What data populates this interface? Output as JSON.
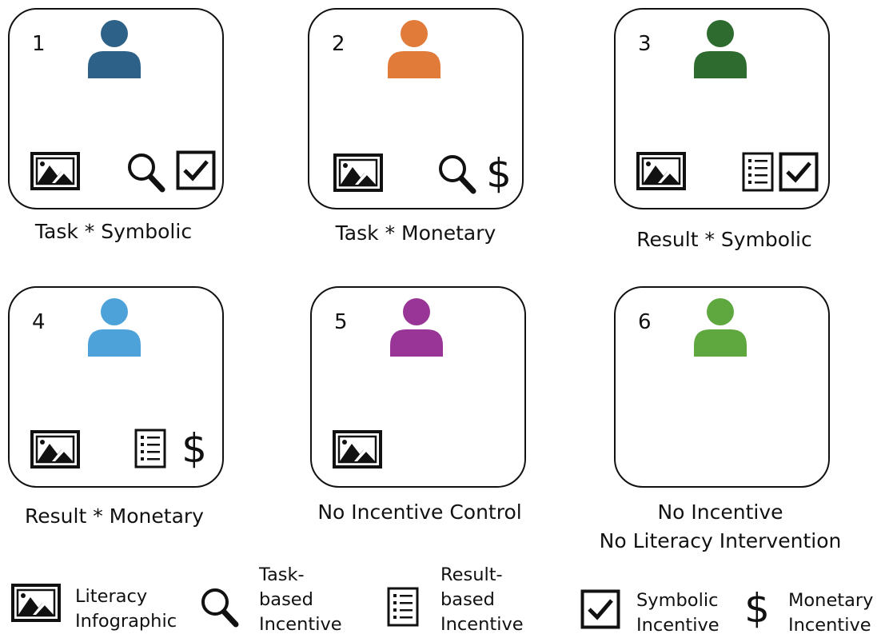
{
  "conditions": [
    {
      "number": "1",
      "caption": [
        "Task * Symbolic"
      ],
      "person_color": "#2e6187",
      "icons": [
        "literacy-infographic",
        "task-based-incentive",
        "symbolic-incentive"
      ]
    },
    {
      "number": "2",
      "caption": [
        "Task * Monetary"
      ],
      "person_color": "#e07b3a",
      "icons": [
        "literacy-infographic",
        "task-based-incentive",
        "monetary-incentive"
      ]
    },
    {
      "number": "3",
      "caption": [
        "Result * Symbolic"
      ],
      "person_color": "#2e6b2e",
      "icons": [
        "literacy-infographic",
        "result-based-incentive",
        "symbolic-incentive"
      ]
    },
    {
      "number": "4",
      "caption": [
        "Result * Monetary"
      ],
      "person_color": "#4da3d9",
      "icons": [
        "literacy-infographic",
        "result-based-incentive",
        "monetary-incentive"
      ]
    },
    {
      "number": "5",
      "caption": [
        "No Incentive Control"
      ],
      "person_color": "#983596",
      "icons": [
        "literacy-infographic"
      ]
    },
    {
      "number": "6",
      "caption": [
        "No Incentive",
        "No Literacy Intervention"
      ],
      "person_color": "#5ea83f",
      "icons": []
    }
  ],
  "legend": [
    {
      "icon": "literacy-infographic",
      "lines": [
        "Literacy",
        "Infographic"
      ]
    },
    {
      "icon": "task-based-incentive",
      "lines": [
        "Task-",
        "based",
        "Incentive"
      ]
    },
    {
      "icon": "result-based-incentive",
      "lines": [
        "Result-",
        "based",
        "Incentive"
      ]
    },
    {
      "icon": "symbolic-incentive",
      "lines": [
        "Symbolic",
        "Incentive"
      ]
    },
    {
      "icon": "monetary-incentive",
      "lines": [
        "Monetary",
        "Incentive"
      ]
    }
  ]
}
